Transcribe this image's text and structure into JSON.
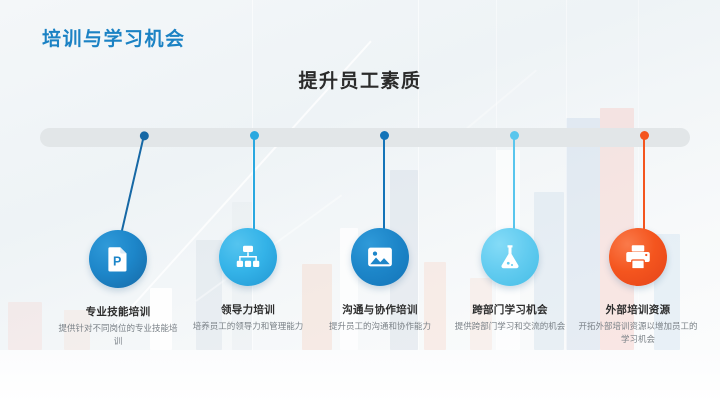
{
  "slide": {
    "title": "培训与学习机会",
    "title_color": "#1b82c4",
    "heading": "提升员工素质",
    "heading_color": "#2b2b2b",
    "rail_color": "#e2e6e8"
  },
  "items": [
    {
      "title": "专业技能培训",
      "desc": "提供针对不同岗位的专业技能培训",
      "icon": "document-p-icon",
      "color": "#1d86c9",
      "color_dark": "#1668a5",
      "dot_color": "#1668a5"
    },
    {
      "title": "领导力培训",
      "desc": "培养员工的领导力和管理能力",
      "icon": "org-chart-icon",
      "color": "#34b3e8",
      "color_dark": "#2196d2",
      "dot_color": "#2aa8e0"
    },
    {
      "title": "沟通与协作培训",
      "desc": "提升员工的沟通和协作能力",
      "icon": "image-icon",
      "color": "#1d86c9",
      "color_dark": "#1474b8",
      "dot_color": "#1474b8"
    },
    {
      "title": "跨部门学习机会",
      "desc": "提供跨部门学习和交流的机会",
      "icon": "flask-icon",
      "color": "#63ccf0",
      "color_dark": "#45bde6",
      "dot_color": "#5ac6ed"
    },
    {
      "title": "外部培训资源",
      "desc": "开拓外部培训资源以增加员工的学习机会",
      "icon": "printer-icon",
      "color": "#f4551e",
      "color_dark": "#e4431a",
      "dot_color": "#f4551e"
    }
  ]
}
